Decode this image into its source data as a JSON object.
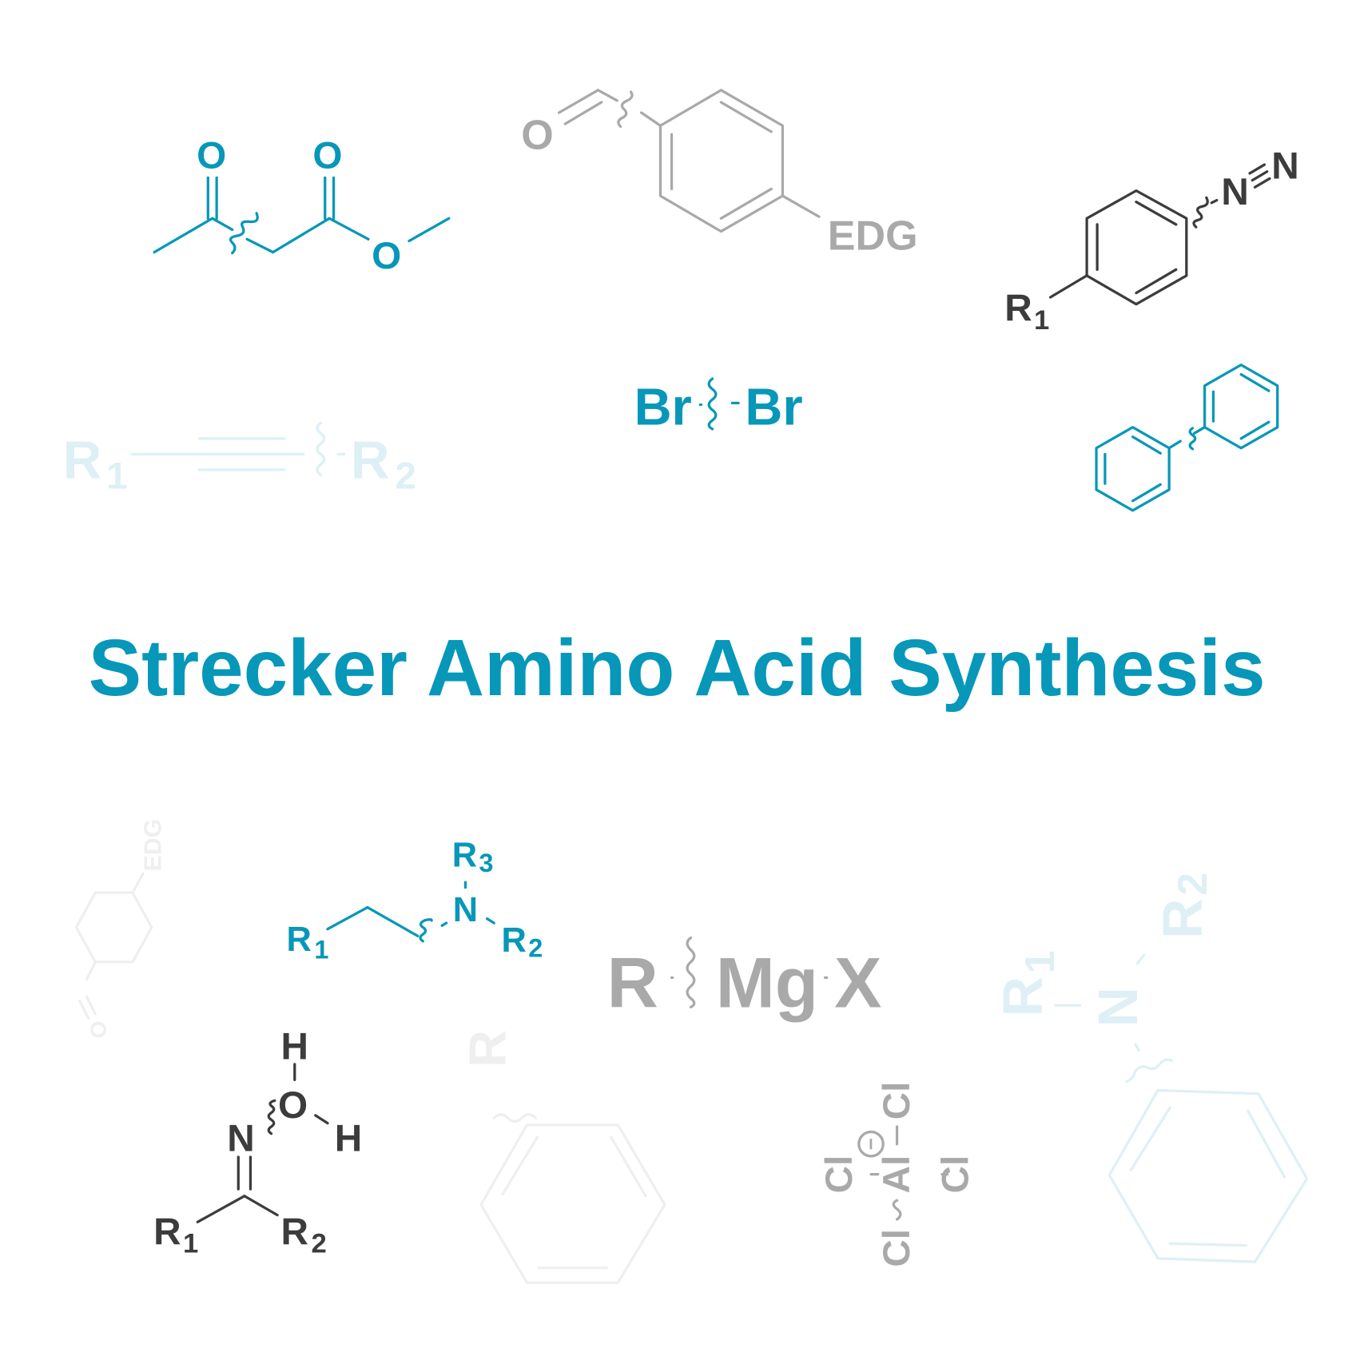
{
  "title": "Strecker Amino Acid Synthesis",
  "colors": {
    "primary": "#0797b9",
    "gray": "#a9a9a9",
    "dark": "#3c3c3c",
    "faint_blue": "#def0f6",
    "faint_gray": "#efefef",
    "background": "#ffffff"
  },
  "molecules": {
    "acetoacetate": {
      "o1": "O",
      "o2": "O",
      "o3": "O"
    },
    "aldehyde": {
      "o": "O",
      "edg": "EDG"
    },
    "diazonium": {
      "r": "R",
      "r_sub": "1",
      "n1": "N",
      "n2": "N"
    },
    "bromine": {
      "br1": "Br",
      "br2": "Br"
    },
    "alkyne": {
      "r1": "R",
      "r1_sub": "1",
      "r2": "R",
      "r2_sub": "2"
    },
    "amine": {
      "r1": "R",
      "r1_sub": "1",
      "n": "N",
      "r2": "R",
      "r2_sub": "2",
      "r3": "R",
      "r3_sub": "3"
    },
    "grignard": {
      "r": "R",
      "mg": "Mg",
      "x": "X"
    },
    "oxime_water": {
      "h1": "H",
      "o": "O",
      "h2": "H",
      "n": "N",
      "r1": "R",
      "r1_sub": "1",
      "r2": "R",
      "r2_sub": "2"
    },
    "faint_aldehyde": {
      "edg": "EDG",
      "o": "O"
    },
    "faint_aryl": {
      "r": "R"
    },
    "aluminate": {
      "cl_top": "Cl",
      "cl_left": "Cl",
      "al": "Al",
      "cl_right": "Cl",
      "cl_bottom": "Cl",
      "charge": "−"
    },
    "faint_amine": {
      "r1": "R",
      "r1_sub": "1",
      "n": "N",
      "r2": "R",
      "r2_sub": "2"
    }
  }
}
